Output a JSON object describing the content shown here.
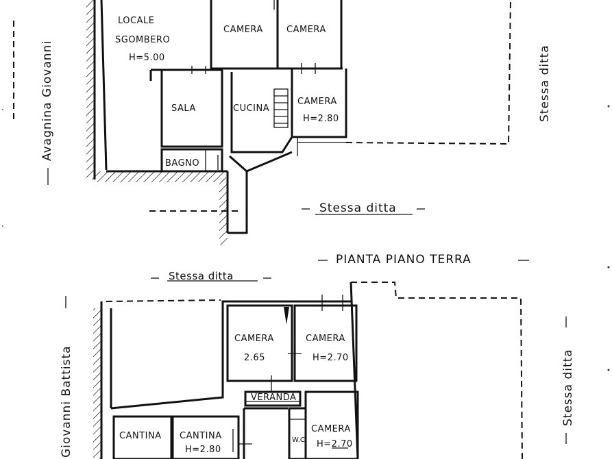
{
  "upper_plan": {
    "street_label": "Avagnina Giovanni",
    "neighbor_right": "Stessa ditta",
    "neighbor_bottom": "Stessa ditta",
    "rooms": {
      "locale_line1": "LOCALE",
      "locale_line2": "SGOMBERO",
      "locale_height": "H=5.00",
      "camera_1": "CAMERA",
      "camera_2": "CAMERA",
      "sala": "SALA",
      "cucina": "CUCINA",
      "camera_3": "CAMERA",
      "camera_3_height": "H=2.80",
      "bagno": "BAGNO"
    }
  },
  "lower_plan": {
    "title": "PIANTA PIANO TERRA",
    "neighbor_top": "Stessa ditta",
    "street_label": "Giovanni Battista",
    "neighbor_right": "Stessa ditta",
    "rooms": {
      "camera_a": "CAMERA",
      "camera_a_value": "2.65",
      "camera_b": "CAMERA",
      "camera_b_height": "H=2.70",
      "veranda": "VERANDA",
      "cantina_1": "CANTINA",
      "cantina_2": "CANTINA",
      "cantina_2_height": "H=2.80",
      "wc": "W.C.",
      "camera_c": "CAMERA",
      "camera_c_height": "H=2.70"
    }
  }
}
